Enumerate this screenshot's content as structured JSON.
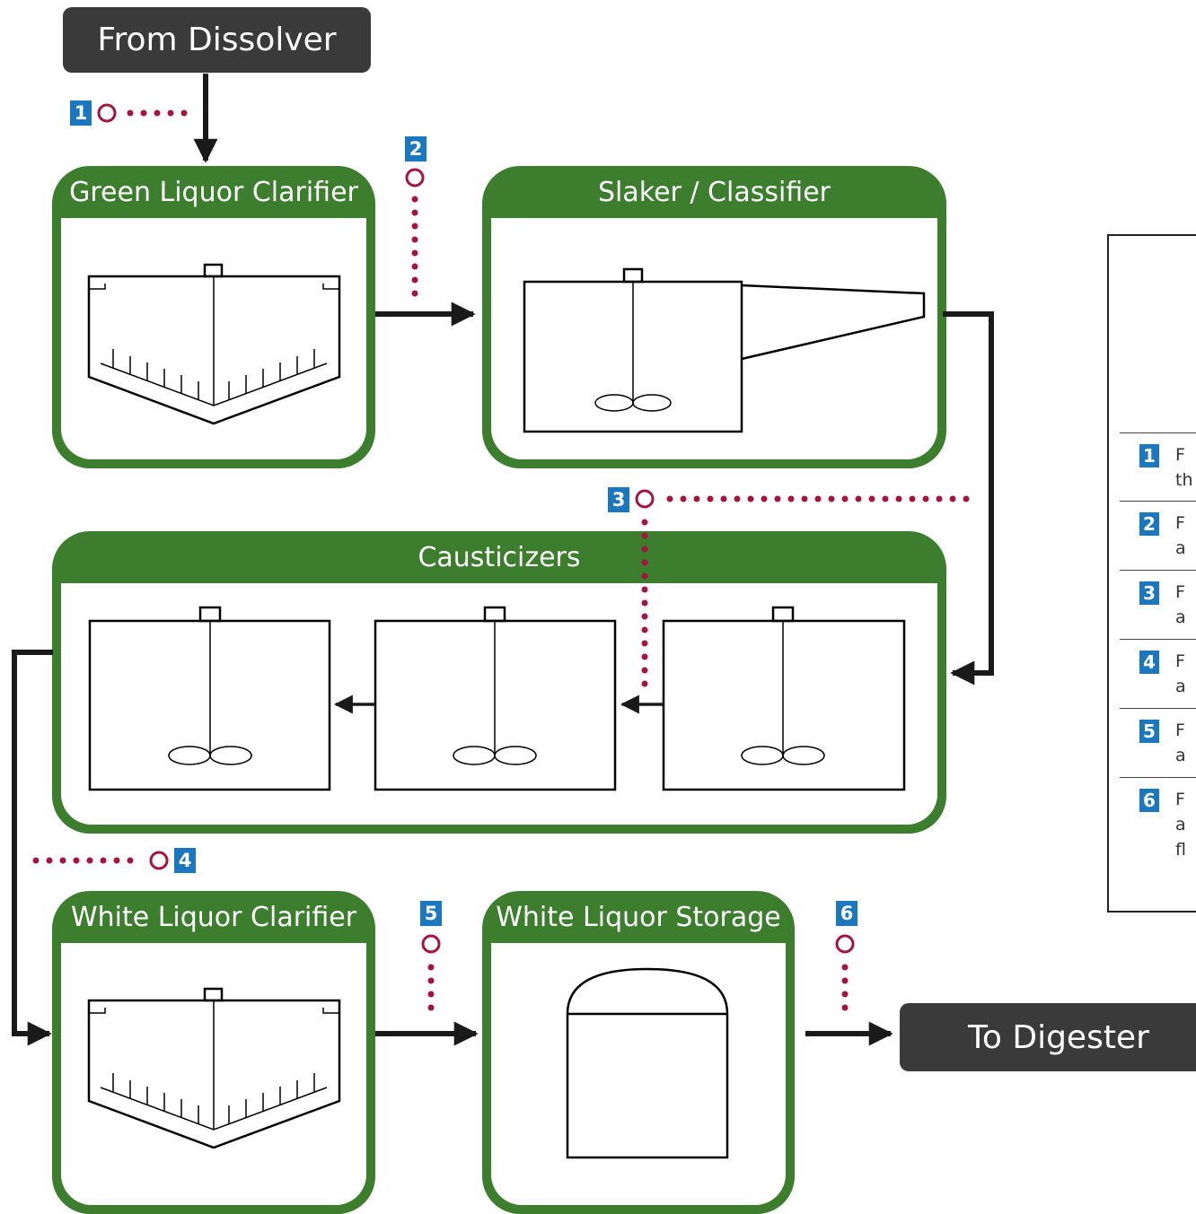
{
  "terminals": {
    "source": "From Dissolver",
    "destination": "To Digester"
  },
  "units": {
    "green_liquor_clarifier": "Green Liquor Clarifier",
    "slaker_classifier": "Slaker / Classifier",
    "causticizers": "Causticizers",
    "white_liquor_clarifier": "White Liquor Clarifier",
    "white_liquor_storage": "White Liquor Storage"
  },
  "sample_points": [
    "1",
    "2",
    "3",
    "4",
    "5",
    "6"
  ],
  "legend": {
    "rows": [
      {
        "num": "1",
        "text": "F\nth"
      },
      {
        "num": "2",
        "text": "F\na"
      },
      {
        "num": "3",
        "text": "F\na"
      },
      {
        "num": "4",
        "text": "F\na"
      },
      {
        "num": "5",
        "text": "F\na"
      },
      {
        "num": "6",
        "text": "F\na\nfl"
      }
    ]
  },
  "colors": {
    "unit_green": "#3c7d2e",
    "terminal_gray": "#3a3a3a",
    "badge_blue": "#1b77be",
    "sample_maroon": "#a3153f",
    "flow_black": "#1a1a1a"
  }
}
